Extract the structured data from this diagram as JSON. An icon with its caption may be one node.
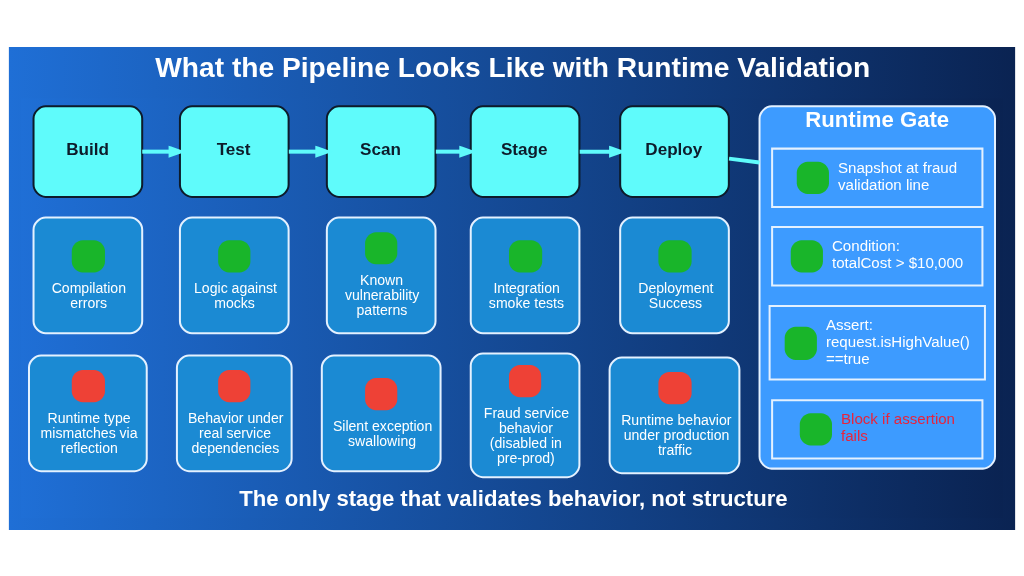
{
  "diagram": {
    "title": "What the Pipeline Looks Like with Runtime Validation",
    "caption": "The only stage that validates behavior, not structure",
    "nodes": [
      {
        "text": [
          "Build"
        ]
      },
      {
        "text": [
          "Test"
        ]
      },
      {
        "text": [
          "Scan"
        ]
      },
      {
        "text": [
          "Stage"
        ]
      },
      {
        "text": [
          "Deploy"
        ]
      },
      {
        "text": [
          "Runtime Gate"
        ]
      },
      {
        "text": [
          "Snapshot at fraud validation line"
        ],
        "in": 5
      },
      {
        "text": [
          "Condition: totalCost > $10,000"
        ],
        "in": 5
      },
      {
        "text": [
          "Assert: request.isHighValue() ==true"
        ],
        "in": 5
      },
      {
        "text": [
          "Block if assertion fails"
        ],
        "in": 5
      },
      {
        "text": [
          "Compilation errors"
        ]
      },
      {
        "text": [
          "Logic against mocks"
        ]
      },
      {
        "text": [
          "Known vulnerability patterns"
        ]
      },
      {
        "text": [
          "Integration smoke tests"
        ]
      },
      {
        "text": [
          "Deployment Success"
        ]
      },
      {
        "text": [
          "Runtime type mismatches via reflection"
        ]
      },
      {
        "text": [
          "Behavior under real service dependencies"
        ]
      },
      {
        "text": [
          "Silent exception swallowing"
        ]
      },
      {
        "text": [
          "Fraud service behavior (disabled in pre-prod)"
        ]
      },
      {
        "text": [
          "Runtime behavior under production traffic"
        ]
      }
    ],
    "edges": [
      {
        "from": 0,
        "to": 1,
        "arrow": "to"
      },
      {
        "from": 1,
        "to": 2,
        "arrow": "to"
      },
      {
        "from": 2,
        "to": 3,
        "arrow": "to"
      },
      {
        "from": 3,
        "to": 4,
        "arrow": "to"
      },
      {
        "from": 4,
        "to": 5,
        "arrow": "none"
      }
    ]
  }
}
